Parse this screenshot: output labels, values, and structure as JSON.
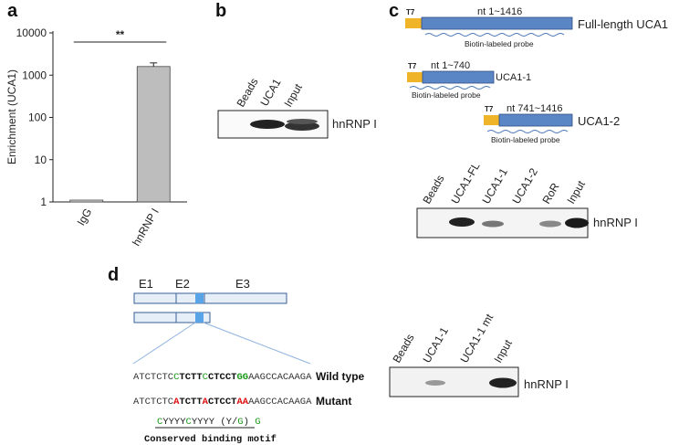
{
  "panels": {
    "a": "a",
    "b": "b",
    "c": "c",
    "d": "d"
  },
  "chart_data": {
    "type": "bar",
    "ylabel": "Enrichment (UCA1)",
    "yscale": "log",
    "ylim": [
      1,
      10000
    ],
    "yticks": [
      "1",
      "10",
      "100",
      "1000",
      "10000"
    ],
    "categories": [
      "IgG",
      "hnRNP I"
    ],
    "values": [
      1,
      1600
    ],
    "error_plus": [
      0,
      350
    ],
    "significance": "**",
    "bar_colors": [
      "#d9d9d9",
      "#bdbdbd"
    ]
  },
  "panel_b": {
    "lanes": [
      "Beads",
      "UCA1",
      "Input"
    ],
    "protein": "hnRNP I"
  },
  "panel_c": {
    "constructs": [
      {
        "promoter": "T7",
        "range": "nt 1~1416",
        "name": "Full-length UCA1",
        "probe": "Biotin-labeled probe"
      },
      {
        "promoter": "T7",
        "range": "nt 1~740",
        "name": "UCA1-1",
        "probe": "Biotin-labeled probe"
      },
      {
        "promoter": "T7",
        "range": "nt 741~1416",
        "name": "UCA1-2",
        "probe": "Biotin-labeled probe"
      }
    ],
    "lanes": [
      "Beads",
      "UCA1-FL",
      "UCA1-1",
      "UCA1-2",
      "RoR",
      "Input"
    ],
    "protein": "hnRNP I"
  },
  "panel_d": {
    "exons": [
      "E1",
      "E2",
      "E3"
    ],
    "wild_type": {
      "label": "Wild type",
      "segments": [
        {
          "t": "ATCTCTC",
          "c": "#333333",
          "b": false
        },
        {
          "t": "C",
          "c": "#1a9a1a",
          "b": false
        },
        {
          "t": "TCTT",
          "c": "#111111",
          "b": true
        },
        {
          "t": "C",
          "c": "#1a9a1a",
          "b": false
        },
        {
          "t": "CTCCT",
          "c": "#111111",
          "b": true
        },
        {
          "t": "GG",
          "c": "#1a9a1a",
          "b": true
        },
        {
          "t": "AAGCCACAAGA",
          "c": "#333333",
          "b": false
        }
      ]
    },
    "mutant": {
      "label": "Mutant",
      "segments": [
        {
          "t": "ATCTCTC",
          "c": "#333333",
          "b": false
        },
        {
          "t": "A",
          "c": "#dd1111",
          "b": true
        },
        {
          "t": "TCTT",
          "c": "#111111",
          "b": true
        },
        {
          "t": "A",
          "c": "#dd1111",
          "b": true
        },
        {
          "t": "CTCCT",
          "c": "#111111",
          "b": true
        },
        {
          "t": "AA",
          "c": "#dd1111",
          "b": true
        },
        {
          "t": "AAGCCACAAGA",
          "c": "#333333",
          "b": false
        }
      ]
    },
    "motif": {
      "segments": [
        {
          "t": "C",
          "c": "#1a9a1a"
        },
        {
          "t": "YYYY",
          "c": "#222222"
        },
        {
          "t": "C",
          "c": "#1a9a1a"
        },
        {
          "t": "YYYY (Y/",
          "c": "#222222"
        },
        {
          "t": "G",
          "c": "#1a9a1a"
        },
        {
          "t": ") ",
          "c": "#222222"
        },
        {
          "t": "G",
          "c": "#1a9a1a"
        }
      ],
      "caption": "Conserved binding motif"
    },
    "lanes": [
      "Beads",
      "UCA1-1",
      "UCA1-1 mt",
      "Input"
    ],
    "protein": "hnRNP I"
  }
}
